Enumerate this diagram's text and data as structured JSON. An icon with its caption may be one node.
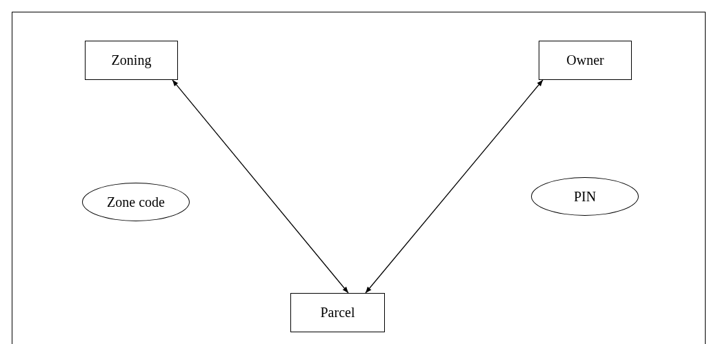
{
  "diagram": {
    "nodes": [
      {
        "text": [
          "Zoning"
        ]
      },
      {
        "text": [
          "Owner"
        ]
      },
      {
        "text": [
          "Zone code"
        ]
      },
      {
        "text": [
          "PIN"
        ]
      },
      {
        "text": [
          "Parcel"
        ]
      }
    ],
    "edges": [
      {
        "from": 0,
        "to": 4,
        "arrow": "both"
      },
      {
        "from": 1,
        "to": 4,
        "arrow": "both"
      }
    ]
  }
}
